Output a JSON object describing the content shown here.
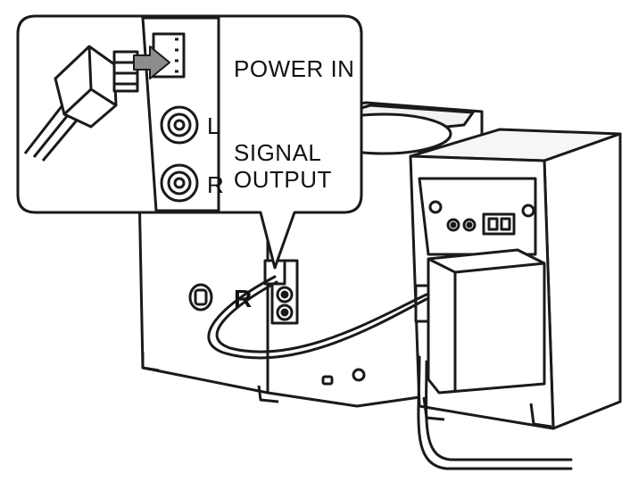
{
  "labels": {
    "power_in": "POWER IN",
    "left_channel": "L",
    "signal_output_line1": "SIGNAL",
    "signal_output_line2": "OUTPUT",
    "right_channel": "R",
    "unit_marker": "R"
  },
  "colors": {
    "line": "#1a1a1a",
    "fill": "#ffffff",
    "shade": "#bdbdbd",
    "dark_shade": "#8c8c8c"
  }
}
